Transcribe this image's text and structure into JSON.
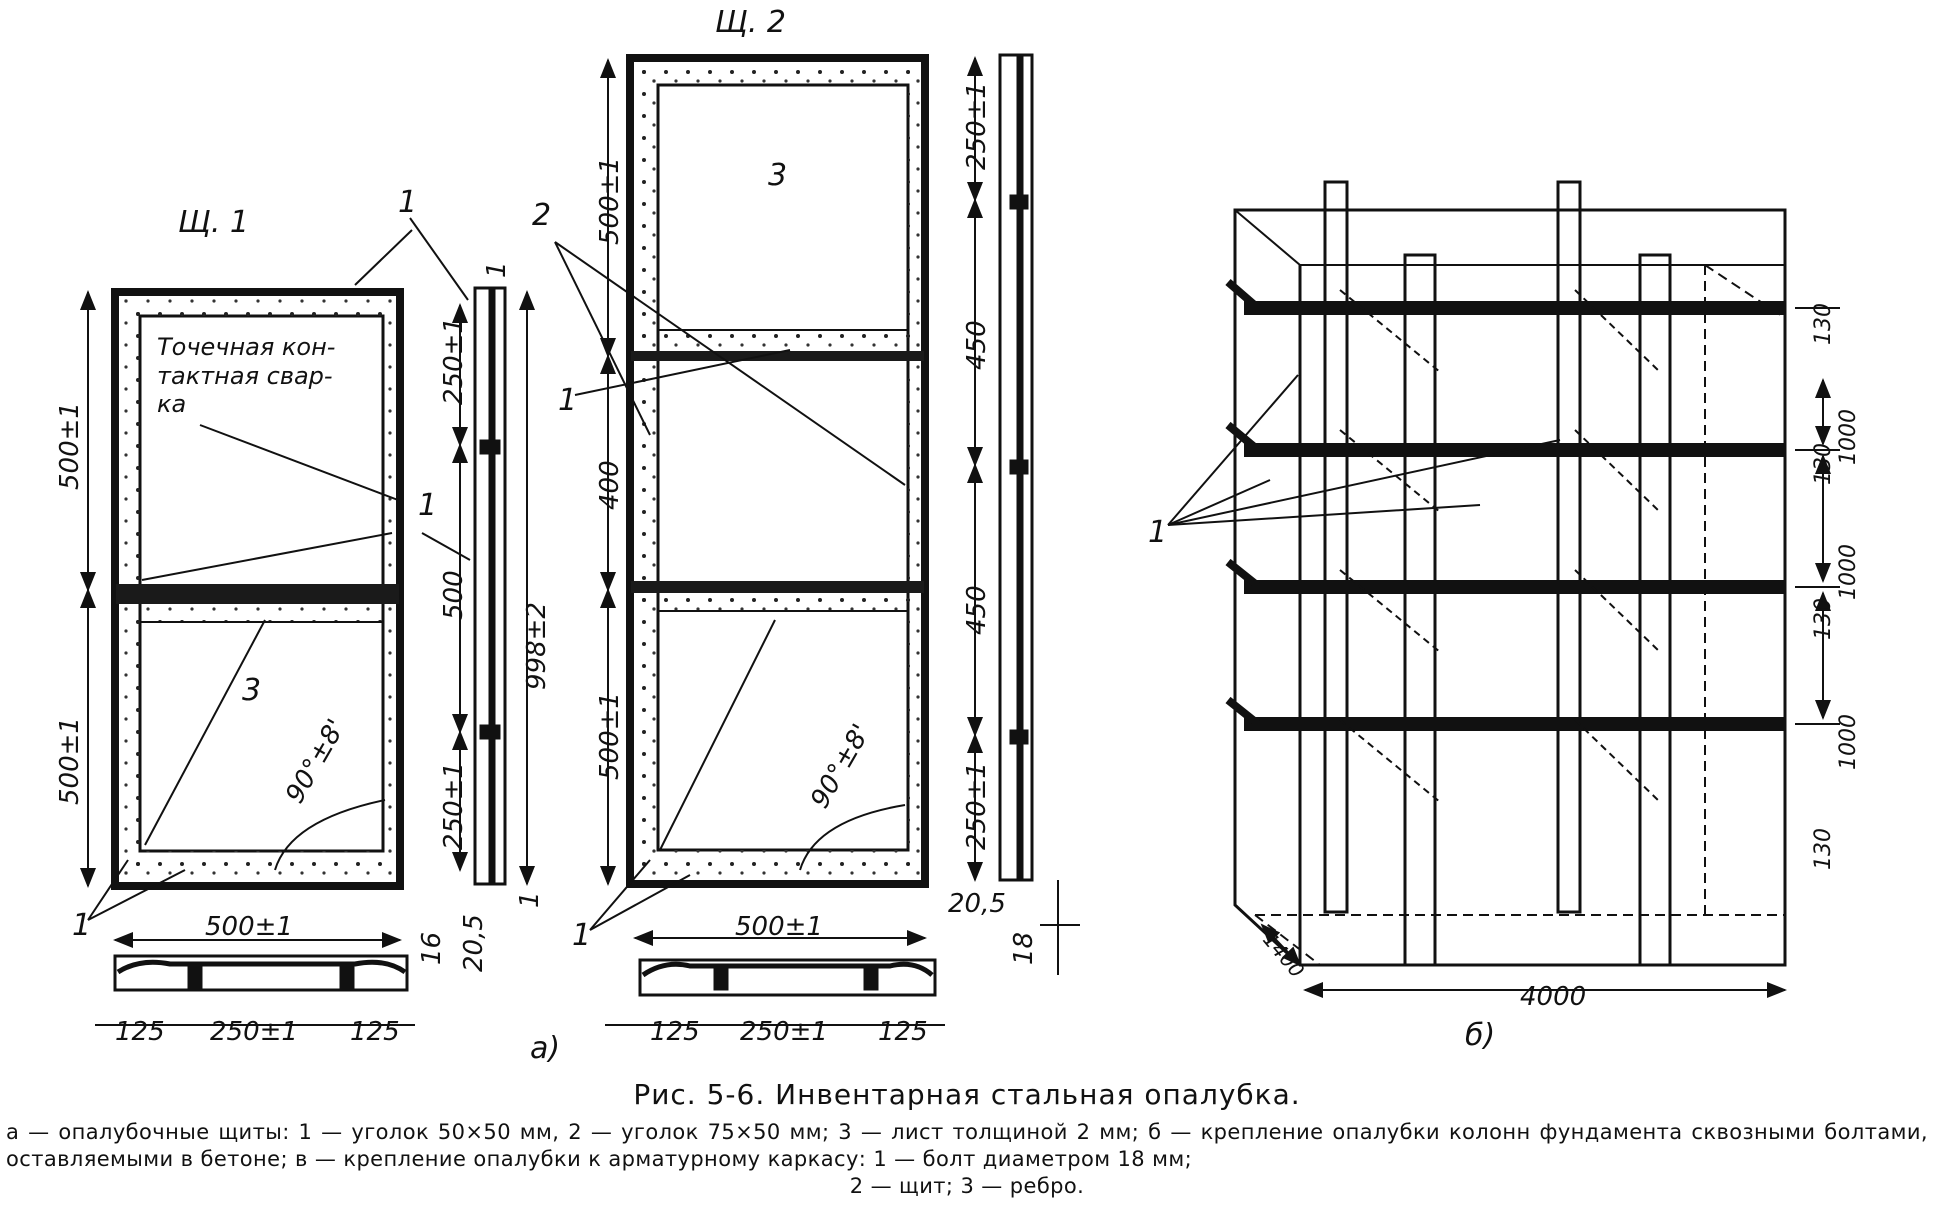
{
  "labels": {
    "shield1_title": "Щ. 1",
    "shield2_title": "Щ. 2",
    "weld_note_line1": "Точечная кон-",
    "weld_note_line2": "тактная свар-",
    "weld_note_line3": "ка",
    "callout_1": "1",
    "callout_2": "2",
    "callout_3": "3",
    "panel_a": "а)",
    "panel_b": "б)"
  },
  "dimensions": {
    "s1_upper": "500±1",
    "s1_lower": "500±1",
    "s1_width": "500±1",
    "s1_side_top_gap": "1",
    "s1_side_250_top": "250±1",
    "s1_side_500": "500",
    "s1_side_250_bottom": "250±1",
    "s1_total": "998±2",
    "s1_side_bottom_gap": "1",
    "s1_thk_16": "16",
    "s1_thk_205": "20,5",
    "s1_bottom_125_left": "125",
    "s1_bottom_250": "250±1",
    "s1_bottom_125_right": "125",
    "s2_seg_500": "500±1",
    "s2_seg_400": "400",
    "s2_seg_500_lower": "500±1",
    "s2_width": "500±1",
    "s2_side_250_top": "250±1",
    "s2_side_450_top": "450",
    "s2_side_450_bottom": "450",
    "s2_side_250_bottom": "250±1",
    "s2_thk_205": "20,5",
    "s2_thk_18": "18",
    "s2_bottom_125_left": "125",
    "s2_bottom_250": "250±1",
    "s2_bottom_125_right": "125",
    "angle": "90°±8'",
    "b_130_1": "130",
    "b_1000_1": "1000",
    "b_130_2": "130",
    "b_1000_2": "1000",
    "b_130_3": "130",
    "b_1000_3": "1000",
    "b_130_4": "130",
    "b_1400": "1400",
    "b_4000": "4000"
  },
  "caption": {
    "title": "Рис. 5-6. Инвентарная стальная опалубка.",
    "text": "а — опалубочные щиты: 1 — уголок 50×50 мм, 2 — уголок 75×50 мм; 3 — лист толщиной 2 мм; б — крепление опалубки колонн фундамента сквозными болтами, оставляемыми в бетоне; в — крепление опалубки к арматурному каркасу: 1 — болт диаметром 18 мм;",
    "text_last": "2 — щит; 3 — ребро."
  }
}
